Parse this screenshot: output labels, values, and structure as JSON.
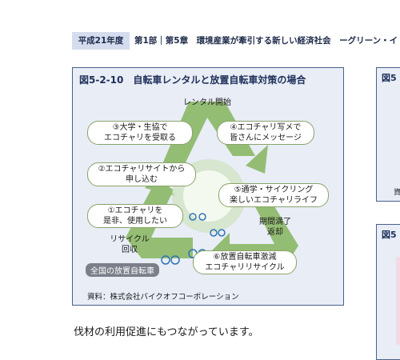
{
  "header": {
    "year_tag": "平成21年度",
    "breadcrumb": "第1部｜第5章　環境産業が牽引する新しい経済社会　ーグリーン・イ"
  },
  "figure": {
    "title": "図5-2-10　自転車レンタルと放置自転車対策の場合",
    "rental_start": "レンタル開始",
    "step3": "③大学・生協で\nエコチャリを受取る",
    "step4": "④エコチャリ写メで\n皆さんにメッセージ",
    "step2": "②エコチャリサイトから\n申し込む",
    "step5": "⑤通学・サイクリング\n楽しいエコチャリライフ",
    "step1": "①エコチャリを\n是非、使用したい",
    "period_end": "期間満了\n返却",
    "recycle": "リサイクル\n回収",
    "abandoned": "全国の放置自転車",
    "step6": "⑥放置自転車激減\nエコチャリリサイクル",
    "source": "資料：株式会社バイクオフコーポレーション",
    "colors": {
      "arrow": "#8cb866",
      "box_border": "#8aa36a",
      "frame": "#4a5f8a",
      "panel": "#e8edf6"
    }
  },
  "side_top": {
    "title": "図5",
    "char": "資"
  },
  "side_bottom": {
    "title": "図5"
  },
  "body": {
    "text": "伐材の利用促進にもつながっています。"
  }
}
